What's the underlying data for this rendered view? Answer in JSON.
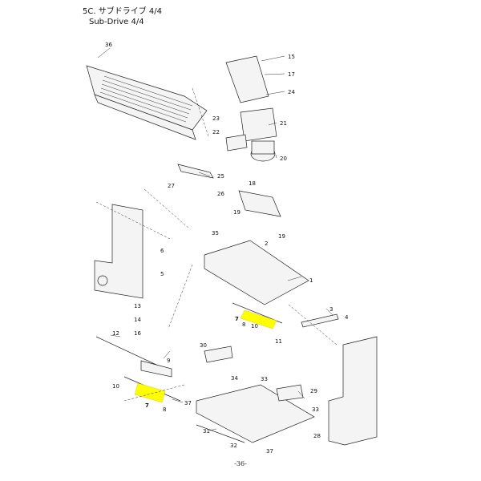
{
  "header": {
    "title_jp": "5C. サブドライブ 4/4",
    "title_en": "Sub-Drive 4/4"
  },
  "page_number": "-36-",
  "highlight_color": "#ffff00",
  "callouts": [
    "36",
    "15",
    "17",
    "24",
    "23",
    "21",
    "22",
    "20",
    "25",
    "27",
    "26",
    "18",
    "19",
    "19",
    "35",
    "2",
    "6",
    "5",
    "1",
    "3",
    "4",
    "13",
    "14",
    "16",
    "12",
    "7",
    "8",
    "10",
    "11",
    "9",
    "30",
    "34",
    "33",
    "29",
    "10",
    "7",
    "8",
    "37",
    "33",
    "31",
    "32",
    "37",
    "28"
  ]
}
